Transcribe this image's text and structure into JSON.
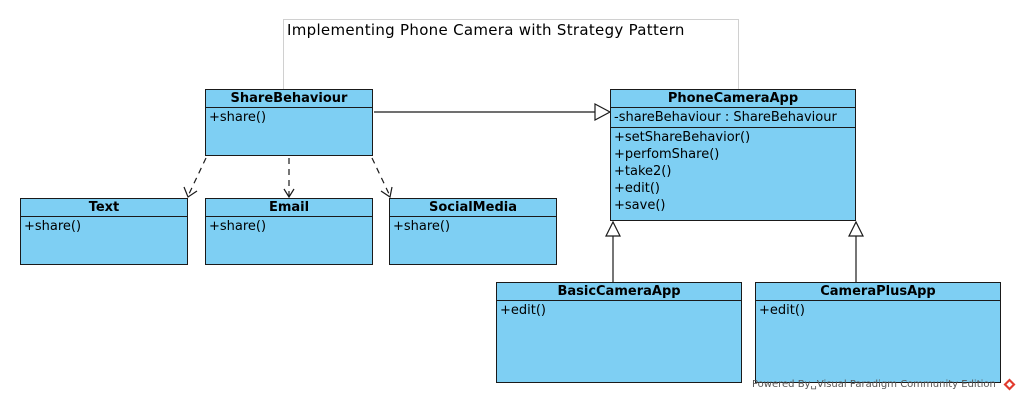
{
  "title": "Implementing Phone Camera with Strategy Pattern",
  "colors": {
    "class_fill": "#7ecff3",
    "stroke": "#1a1a1a",
    "frame": "#d0d0d0"
  },
  "classes": {
    "share_behaviour": {
      "name": "ShareBehaviour",
      "operations": [
        "+share()"
      ]
    },
    "phone_camera_app": {
      "name": "PhoneCameraApp",
      "attributes": [
        "-shareBehaviour : ShareBehaviour"
      ],
      "operations": [
        "+setShareBehavior()",
        "+perfomShare()",
        "+take2()",
        "+edit()",
        "+save()"
      ]
    },
    "text": {
      "name": "Text",
      "operations": [
        "+share()"
      ]
    },
    "email": {
      "name": "Email",
      "operations": [
        "+share()"
      ]
    },
    "social_media": {
      "name": "SocialMedia",
      "operations": [
        "+share()"
      ]
    },
    "basic_camera_app": {
      "name": "BasicCameraApp",
      "operations": [
        "+edit()"
      ]
    },
    "camera_plus_app": {
      "name": "CameraPlusApp",
      "operations": [
        "+edit()"
      ]
    }
  },
  "footer": "Powered By␣Visual Paradigm Community Edition",
  "logo_icon": "visual-paradigm-logo-icon"
}
